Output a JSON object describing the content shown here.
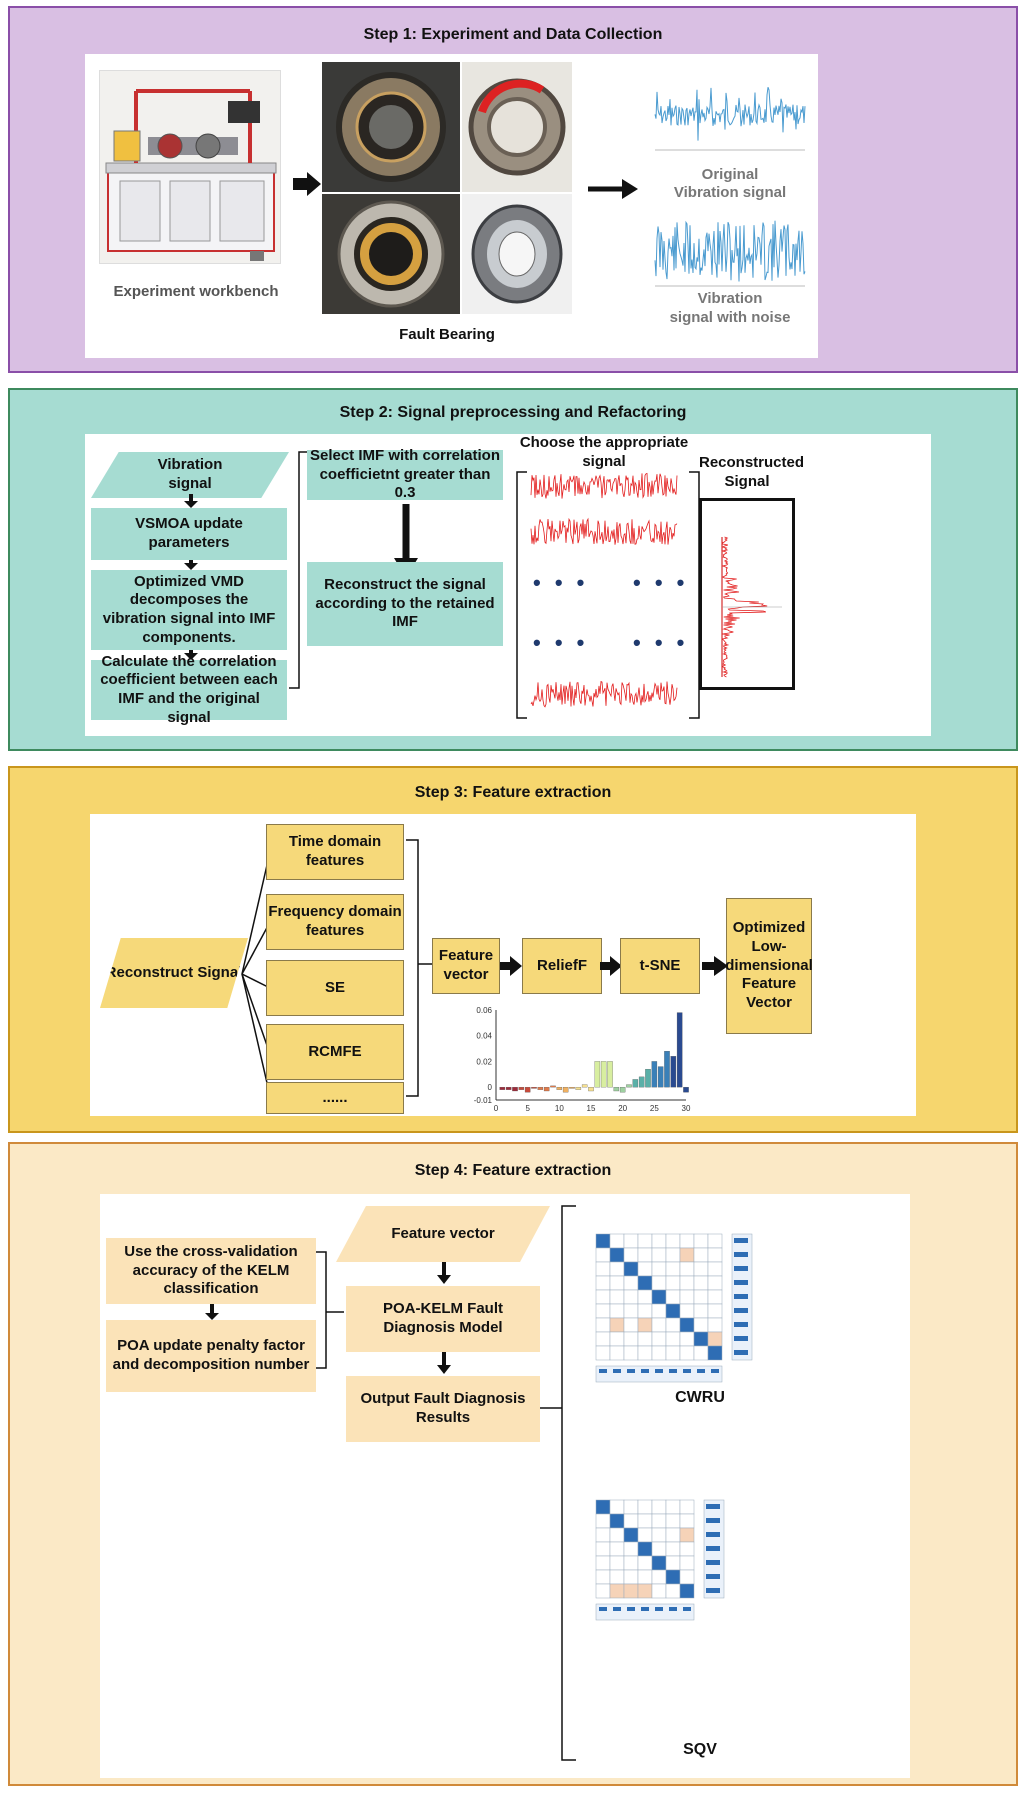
{
  "step1": {
    "title": "Step 1: Experiment and Data Collection",
    "workbench_label": "Experiment workbench",
    "bearing_label": "Fault Bearing",
    "original_label_1": "Original",
    "original_label_2": "Vibration signal",
    "noise_label_1": "Vibration",
    "noise_label_2": "signal with noise"
  },
  "step2": {
    "title": "Step 2: Signal preprocessing and Refactoring",
    "flow": {
      "vibration_signal": "Vibration signal",
      "vsmoa": "VSMOA update parameters",
      "vmd": "Optimized VMD decomposes the vibration signal into IMF components.",
      "correlation": "Calculate the correlation coefficient between each IMF and the original signal",
      "select_imf": "Select IMF with correlation coefficietnt greater than 0.3",
      "reconstruct": "Reconstruct the signal according to the retained IMF"
    },
    "choose_label": "Choose the appropriate signal",
    "reconstructed_label": "Reconstructed Signal",
    "ellipsis": "• • •"
  },
  "step3": {
    "title": "Step 3: Feature extraction",
    "reconstruct_signal": "Reconstruct Signal",
    "features": [
      "Time domain features",
      "Frequency domain features",
      "SE",
      "RCMFE",
      "......"
    ],
    "feature_vector": "Feature vector",
    "relieff": "ReliefF",
    "tsne": "t-SNE",
    "optimized": "Optimized Low-dimensional Feature Vector"
  },
  "step4": {
    "title": "Step 4: Feature extraction",
    "cross_validation": "Use the cross-validation accuracy of the KELM classification",
    "poa_update": "POA update penalty factor and decomposition number",
    "feature_vector": "Feature vector",
    "poa_kelm": "POA-KELM Fault Diagnosis Model",
    "output": "Output Fault Diagnosis Results",
    "cwru_label": "CWRU",
    "sqv_label": "SQV"
  },
  "colors": {
    "step1_border": "#8a4fa8",
    "step1_fill": "#d9bfe3",
    "step2_border": "#3e8a5e",
    "step2_fill": "#a6dcd2",
    "step3_border": "#c9961c",
    "step3_fill": "#f6d66e",
    "step4_border": "#d08a3a",
    "step4_fill": "#fbe9c6",
    "signal_blue": "#4a9bd0",
    "signal_red": "#e21a1a",
    "matrix_blue": "#2e6db4"
  },
  "chart_data": {
    "type": "bar",
    "title": "",
    "xlabel": "",
    "ylabel": "",
    "ylim": [
      -0.01,
      0.06
    ],
    "yticks": [
      "0.06",
      "0.04",
      "0.02",
      "0",
      "-0.01"
    ],
    "xticks": [
      "0",
      "5",
      "10",
      "15",
      "20",
      "25",
      "30"
    ],
    "x": [
      1,
      2,
      3,
      4,
      5,
      6,
      7,
      8,
      9,
      10,
      11,
      12,
      13,
      14,
      15,
      16,
      17,
      18,
      19,
      20,
      21,
      22,
      23,
      24,
      25,
      26,
      27,
      28,
      29,
      30
    ],
    "values": [
      -0.002,
      -0.002,
      -0.003,
      -0.002,
      -0.004,
      -0.001,
      -0.002,
      -0.003,
      0.001,
      -0.002,
      -0.004,
      -0.001,
      -0.002,
      0.002,
      -0.003,
      0.02,
      0.02,
      0.02,
      -0.003,
      -0.004,
      0.002,
      0.006,
      0.008,
      0.014,
      0.02,
      0.016,
      0.028,
      0.024,
      0.058,
      -0.004
    ]
  }
}
